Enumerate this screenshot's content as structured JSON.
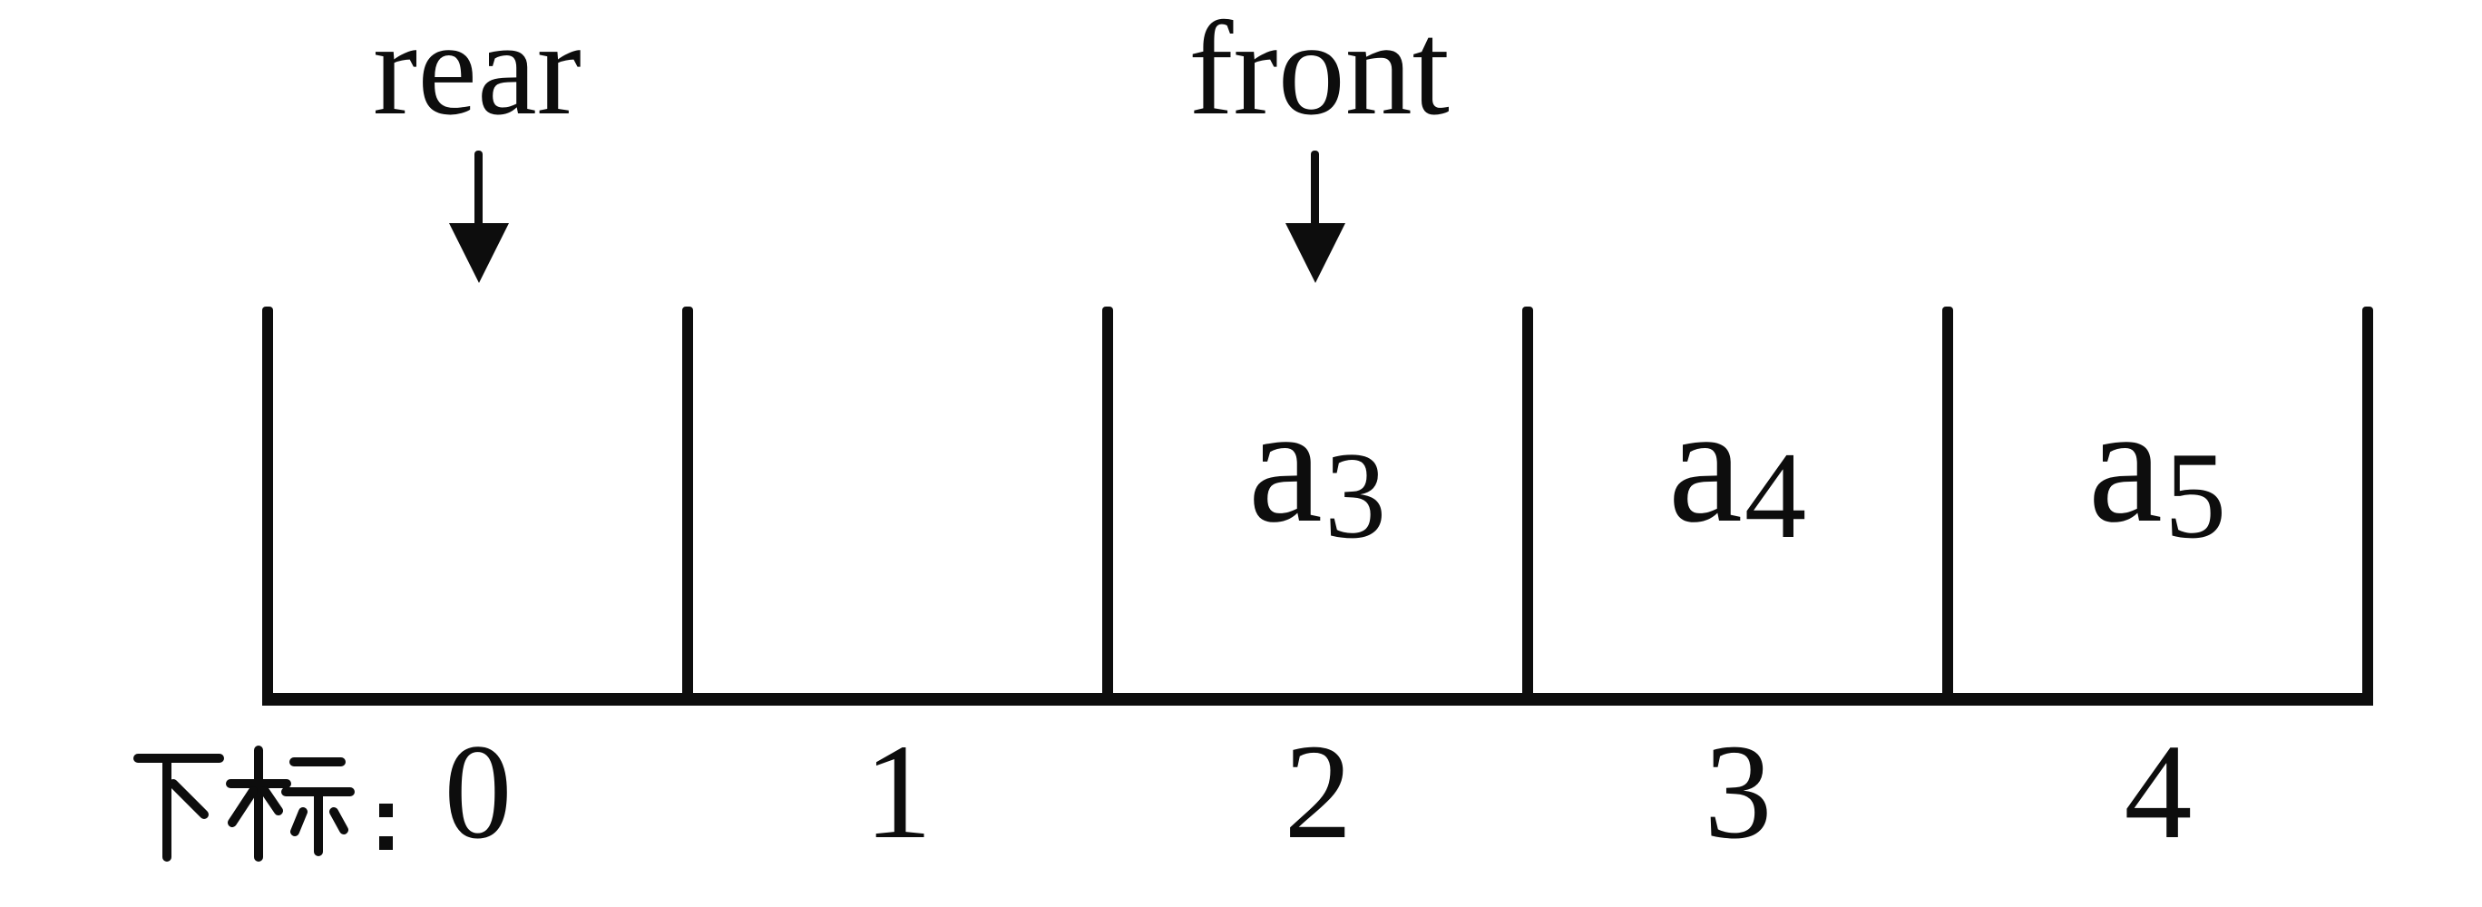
{
  "figure": {
    "background": "#ffffff",
    "ink": "#0d0d0d",
    "pointers": [
      {
        "label": "rear",
        "points_to_cell": 0
      },
      {
        "label": "front",
        "points_to_cell": 2
      }
    ],
    "cells": [
      {
        "base": "",
        "sub": ""
      },
      {
        "base": "",
        "sub": ""
      },
      {
        "base": "a",
        "sub": "3"
      },
      {
        "base": "a",
        "sub": "4"
      },
      {
        "base": "a",
        "sub": "5"
      }
    ],
    "index_caption": "下标:",
    "index_labels": [
      "0",
      "1",
      "2",
      "3",
      "4"
    ]
  }
}
